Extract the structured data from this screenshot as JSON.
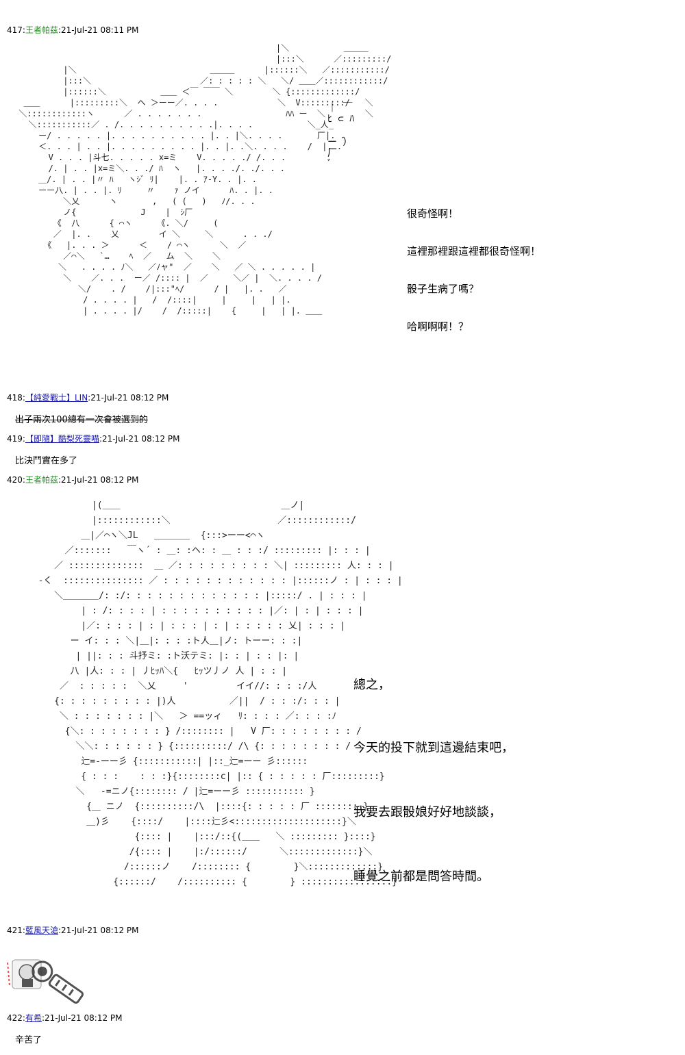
{
  "posts": [
    {
      "num": "417",
      "name": "王者帕茲",
      "time": ":21-Jul-21 08:11 PM"
    },
    {
      "num": "418",
      "tag": "【純愛戰士】",
      "name": "LIN",
      "time": ":21-Jul-21 08:12 PM",
      "body": "出子兩次100總有一次會被選到的"
    },
    {
      "num": "419",
      "tag": "【即隨】",
      "name": "酷梨死靈喵",
      "time": ":21-Jul-21 08:12 PM",
      "body": "比決鬥實在多了"
    },
    {
      "num": "420",
      "name": "王者帕茲",
      "time": ":21-Jul-21 08:12 PM"
    },
    {
      "num": "421",
      "name": "藍風天滄",
      "time": ":21-Jul-21 08:12 PM"
    },
    {
      "num": "422",
      "name": "有希",
      "time": ":21-Jul-21 08:12 PM",
      "body": "辛苦了"
    }
  ],
  "dialogue_417": [
    "很奇怪啊！",
    "這裡那裡跟這裡都很奇怪啊！",
    "骰子生病了嗎？",
    "哈啊啊啊！？"
  ],
  "dialogue_420": [
    "總之，",
    "今天的投下就到這邊結束吧，",
    "我要去跟骰娘好好地談談，",
    "睡覺之前都是問答時間。"
  ],
  "sfx_417": [
    "｜ ￣",
    "ﾋ ⊂ ﾊ",
    "ー ）",
    "厂",
    "ﾞ"
  ],
  "aa_417": "                                                     |＼           ＿＿＿\n                                                     |:::＼      ／:::::::::/\n          |＼                           ＿＿＿      |::::::＼   ／:::::::::::/\n          |:::＼                      ／: : : : : ＼   ＼/ ＿＿／::::::::::::/\n          |::::::＼           ＿＿ ＜￣ ￣￣ ＼        ＼ {:::::::::::::/\n  ＿＿      |:::::::::＼  ヘ ＞ーー／. . . .            ＼  V:::::::::/   ＼\n ＼::::::::::::ヽ      ／ . . . . . . .                 ﾊﾊ ー  ＼        ＼\n   ＼:::::::::::／ . /. . . . . . . . . .|. . . .           ＼_人_\n     ー/ . . . . . |. . . . . . . . . . |. . |＼. . . .       厂|. .\n     ＜. . . | . . |. . . . . . . . . |. . |. .＼. . . .    /  |. .\n       V . . . |斗七. . . . . x=ミ    V. . . . ./ /. . .\n       /. | . . |x=ミ＼. . ./ ﾊ  ヽ   |. . . ./. ./. . .\n     ＿/. | . . |〃 ﾊ   ヽｼﾞ ﾘ|    |. . ｱ‐Y. . |. .\n     ーー八. | . . |. ﾘ     〃    ｧ ノイ      ﾊ. . |. .\n          ＼乂      ヽ       ,   ( (   )   ﾉ/. . .\n          ノ{             J    |  ｼ厂\n        《  八      { ⌒ヽ     《. ＼/     (\n        ／  |. .    乂        イ ＼     ＼      . . ./\n      《   |. . . ＞      ＜    / ⌒ヽ      ＼  ／\n          ／⌒＼   `…    ﾍ  ／   ム  ＼    ＼\n         ＼   . . . . ﾉ＼   ／ﾉャ\"  ／    ＼   ／ ＼ . . . . . |\n          ＼    ／. . .  ー／ /:::: |  ／     ＼／ |  ＼. . . . /\n             ＼/    . /    /|:::\"ﾍ/      / |   |. .   ／\n              / . . . . |   /  /::::|     |     |   | |.\n              | . . . . |/    /  /:::::|    {     |   | |. ＿＿\n",
  "aa_420": "            |(＿＿                              ＿ノ|\n            |::::::::::::＼                    ／::::::::::::/\n          ＿|／⌒ヽ＼JL   ＿＿＿＿  {:::>ーー<⌒ヽ\n       ／:::::::   ￣ヽ´ : ＿: :ヘ: : ＿ : : :/ ::::::::: |: : : |\n     ／ ::::::::::::::  ＿ ／: : : : : : : : : ＼| ::::::::: 人: : : |\n  -く  ::::::::::::::: ／ : : : : : : : : : : : : |::::::ノ : | : : : |\n     ＼＿＿＿＿/: :/: : : : : : : : : : : : : |:::::/ . | : : : |\n          | : /: : : : | : : : : : : : : : : |／: | : | : : : |\n          |／: : : : | : | : : : | : | : : : : : 乂| : : : |\n        ー イ: : : ＼|＿|: : : :ト人＿|ノ: トーー: : :|\n         | ||: : : 斗抒ミ: :ト沃テミ: |: : | : : |: |\n        八 |人: : : | 丿ﾋｯﾊ＼{   ﾋｯツ丿ノ 人 | : : |\n      ／  : : : : :  ＼乂     '         イイ//: : : :/人\n     {: : : : : : : : : |)人          ／||  / : : :/: : : |\n      ＼ : : : : : : : |＼   ＞ ==ッィ   ﾘ: : : : ／: : : :ﾉ\n       {＼: : : : : : : : } /:::::::: |   V 厂: : : : : : : : /\n         ＼＼: : : : : : } {::::::::::/ /\\ {: : : : : : : : /\n          辷=-ーー彡 {:::::::::::| |::_辷=ーー 彡::::::\n          { : : :    : : :}{::::::::c| |:: { : : : : : 厂:::::::::}\n         ＼   -=ニノ{:::::::: / |辷=ーー彡 ::::::::::: }\n           {＿ ニノ  {::::::::::/\\  |::::{: : : : : 厂 :::::::: }\n           ＿)彡    {::::/    |::::辷彡<::::::::::::::::::::}＼\n                    {:::: |    |:::/::{(＿＿   ＼ ::::::::: }::::}\n                   /{:::: |    |:/::::::/      ＼:::::::::::::}＼\n                  /::::::ノ    /:::::::: {        }＼:::::::::::::}\n                {::::::/    /:::::::::: {        } :::::::::::::::::}\n"
}
